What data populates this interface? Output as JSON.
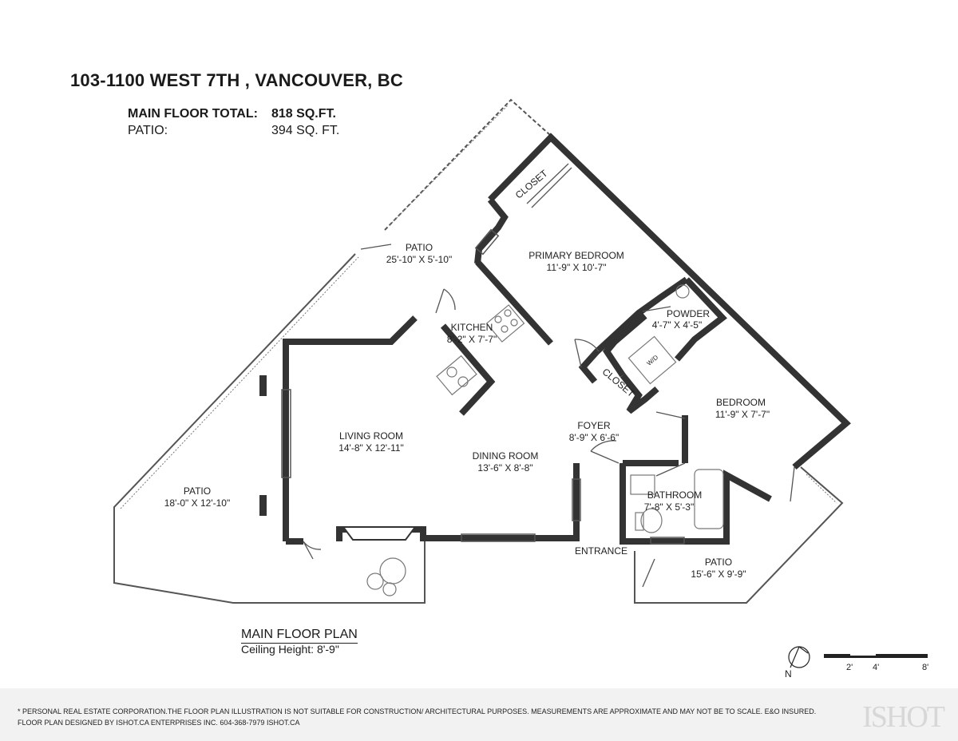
{
  "header": {
    "address": "103-1100 WEST 7TH , VANCOUVER, BC",
    "areas": [
      {
        "label": "MAIN FLOOR TOTAL:",
        "value": "818 SQ.FT."
      },
      {
        "label": "PATIO:",
        "value": "394 SQ. FT."
      }
    ]
  },
  "rooms": {
    "patio_top": {
      "name": "PATIO",
      "dims": "25'-10\" X 5'-10\""
    },
    "closet_primary": {
      "name": "CLOSET"
    },
    "primary_bedroom": {
      "name": "PRIMARY BEDROOM",
      "dims": "11'-9\" X 10'-7\""
    },
    "kitchen": {
      "name": "KITCHEN",
      "dims": "8'-2\" X 7'-7\""
    },
    "powder": {
      "name": "POWDER",
      "dims": "4'-7\" X 4'-5\""
    },
    "wd": {
      "name": "W/D"
    },
    "closet_hall": {
      "name": "CLOSET"
    },
    "bedroom": {
      "name": "BEDROOM",
      "dims": "11'-9\" X 7'-7\""
    },
    "living_room": {
      "name": "LIVING ROOM",
      "dims": "14'-8\" X 12'-11\""
    },
    "foyer": {
      "name": "FOYER",
      "dims": "8'-9\" X 6'-6\""
    },
    "dining_room": {
      "name": "DINING ROOM",
      "dims": "13'-6\" X 8'-8\""
    },
    "patio_left": {
      "name": "PATIO",
      "dims": "18'-0\" X 12'-10\""
    },
    "bathroom": {
      "name": "BATHROOM",
      "dims": "7'-8\" X 5'-3\""
    },
    "entrance": {
      "name": "ENTRANCE"
    },
    "patio_right": {
      "name": "PATIO",
      "dims": "15'-6\" X 9'-9\""
    }
  },
  "plan": {
    "title": "MAIN FLOOR PLAN",
    "ceiling": "Ceiling Height: 8'-9\""
  },
  "compass": {
    "north": "N"
  },
  "scale_bar": {
    "labels": [
      "2'",
      "4'",
      "8'"
    ]
  },
  "footer": {
    "disclaimer": "* PERSONAL REAL ESTATE CORPORATION.THE FLOOR PLAN ILLUSTRATION IS NOT SUITABLE FOR CONSTRUCTION/ ARCHITECTURAL PURPOSES. MEASUREMENTS ARE APPROXIMATE AND MAY NOT BE TO SCALE. E&O INSURED.",
    "credit": "FLOOR PLAN DESIGNED BY ISHOT.CA ENTERPRISES INC. 604-368-7979  ISHOT.CA",
    "logo": "ISHOT"
  },
  "colors": {
    "wall": "#333333",
    "outline": "#555555",
    "fixture": "#777777"
  }
}
